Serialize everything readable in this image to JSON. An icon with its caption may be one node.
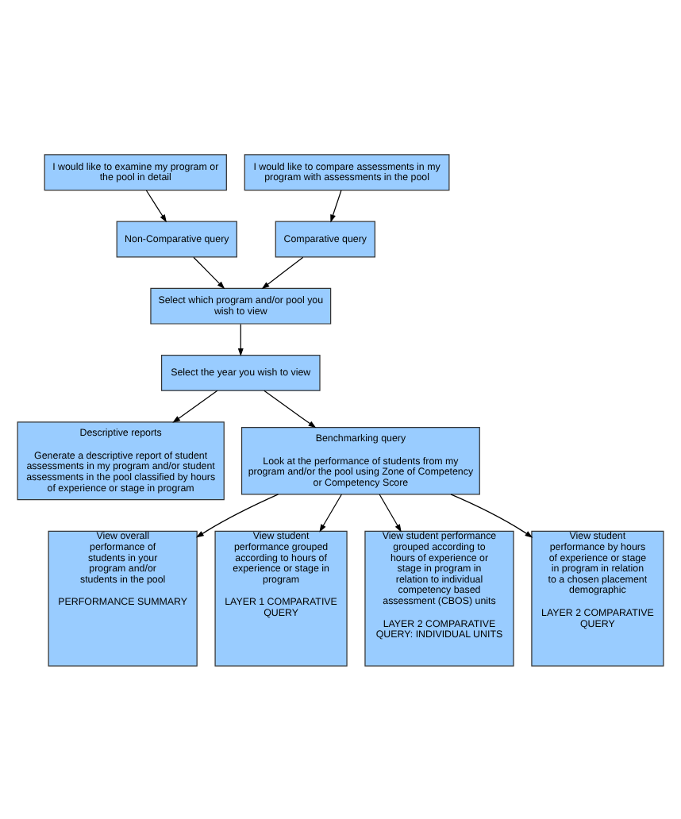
{
  "diagram": {
    "nodes": [
      {
        "text": [
          "I would like to examine my program or the pool in detail"
        ]
      },
      {
        "text": [
          "I would like to compare assessments in my program with assessments in the pool"
        ]
      },
      {
        "text": [
          "Non-Comparative query"
        ]
      },
      {
        "text": [
          "Comparative query"
        ]
      },
      {
        "text": [
          "Select which program and/or pool you wish to view"
        ]
      },
      {
        "text": [
          "Select the year you wish to view"
        ]
      },
      {
        "text": [
          "Descriptive reports",
          "Generate a descriptive report of student assessments in my program and/or student assessments in the pool classified by hours of experience or stage in program"
        ]
      },
      {
        "text": [
          "Benchmarking query",
          "Look at the performance of students from my program and/or the pool using Zone of Competency or Competency Score"
        ]
      },
      {
        "text": [
          "View overall performance of students in your program and/or students in the pool",
          "PERFORMANCE SUMMARY"
        ]
      },
      {
        "text": [
          "View student performance grouped according to hours of experience or stage in program",
          "LAYER 1 COMPARATIVE QUERY"
        ]
      },
      {
        "text": [
          "View student performance grouped according to hours of experience or stage in program in relation to individual competency based assessment (CBOS) units",
          "LAYER 2 COMPARATIVE QUERY: INDIVIDUAL UNITS"
        ]
      },
      {
        "text": [
          "View student performance by hours of experience or stage in program in relation to a chosen placement demographic",
          "LAYER 2 COMPARATIVE QUERY"
        ]
      }
    ],
    "edges": [
      {
        "from": 0,
        "to": 2,
        "arrow": "to"
      },
      {
        "from": 1,
        "to": 3,
        "arrow": "to"
      },
      {
        "from": 2,
        "to": 4,
        "arrow": "to"
      },
      {
        "from": 3,
        "to": 4,
        "arrow": "to"
      },
      {
        "from": 4,
        "to": 5,
        "arrow": "to"
      },
      {
        "from": 5,
        "to": 6,
        "arrow": "to"
      },
      {
        "from": 5,
        "to": 7,
        "arrow": "to"
      },
      {
        "from": 7,
        "to": 8,
        "arrow": "to"
      },
      {
        "from": 7,
        "to": 9,
        "arrow": "to"
      },
      {
        "from": 7,
        "to": 10,
        "arrow": "to"
      },
      {
        "from": 7,
        "to": 11,
        "arrow": "to"
      }
    ]
  }
}
